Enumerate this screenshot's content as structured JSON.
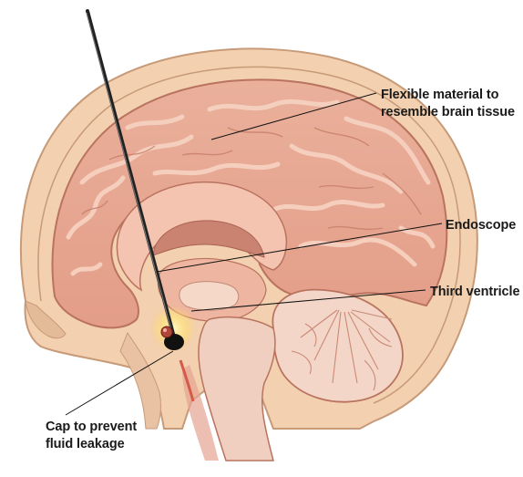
{
  "labels": {
    "flexible_material": [
      "Flexible material to",
      "resemble brain tissue"
    ],
    "endoscope": "Endoscope",
    "third_ventricle": "Third ventricle",
    "cap": [
      "Cap to prevent",
      "fluid leakage"
    ]
  },
  "colors": {
    "skin": "#f2d0b0",
    "skin_outline": "#c79a78",
    "brain": "#e9a892",
    "brain_fold": "#f6cdbb",
    "brain_dark": "#c97b66",
    "ventricle": "#b06a5c",
    "cerebellum": "#f4d6c8",
    "brainstem": "#f0cfc0",
    "endoscope": "#222222",
    "glow": "#ffe89a",
    "leader_line": "#111111"
  }
}
